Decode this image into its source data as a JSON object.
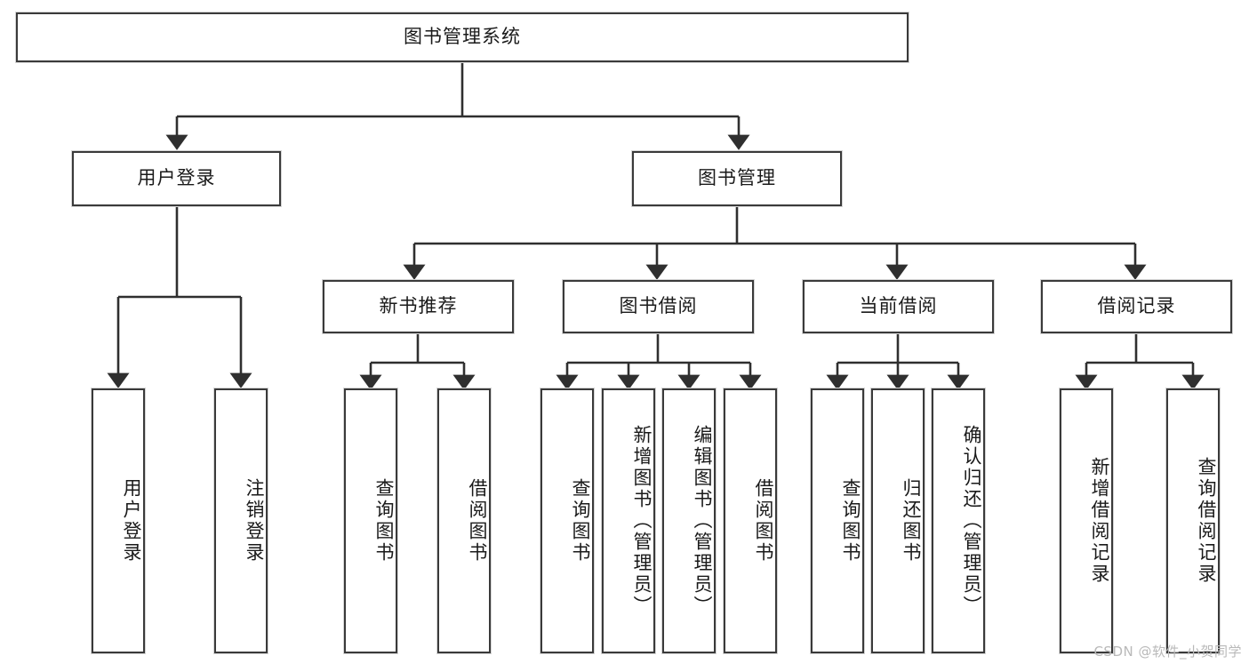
{
  "diagram": {
    "title": "图书管理系统",
    "type": "hierarchy-tree",
    "watermark": "CSDN @软件_小贺同学",
    "colors": {
      "box_border": "#3a3a3a",
      "box_fill": "#ffffff",
      "connector": "#2f2f2f",
      "watermark": "#b9b9b9"
    },
    "root": {
      "label": "图书管理系统"
    },
    "level2": [
      {
        "label": "用户登录"
      },
      {
        "label": "图书管理"
      }
    ],
    "level3": [
      {
        "label": "新书推荐"
      },
      {
        "label": "图书借阅"
      },
      {
        "label": "当前借阅"
      },
      {
        "label": "借阅记录"
      }
    ],
    "leaves": {
      "user_login": [
        {
          "label": "用户登录"
        },
        {
          "label": "注销登录"
        }
      ],
      "new_book_recommend": [
        {
          "label": "查询图书"
        },
        {
          "label": "借阅图书"
        }
      ],
      "book_borrow": [
        {
          "label": "查询图书"
        },
        {
          "label": "新增图书（管理员）"
        },
        {
          "label": "编辑图书（管理员）"
        },
        {
          "label": "借阅图书"
        }
      ],
      "current_borrow": [
        {
          "label": "查询图书"
        },
        {
          "label": "归还图书"
        },
        {
          "label": "确认归还（管理员）"
        }
      ],
      "borrow_record": [
        {
          "label": "新增借阅记录"
        },
        {
          "label": "查询借阅记录"
        }
      ]
    }
  }
}
